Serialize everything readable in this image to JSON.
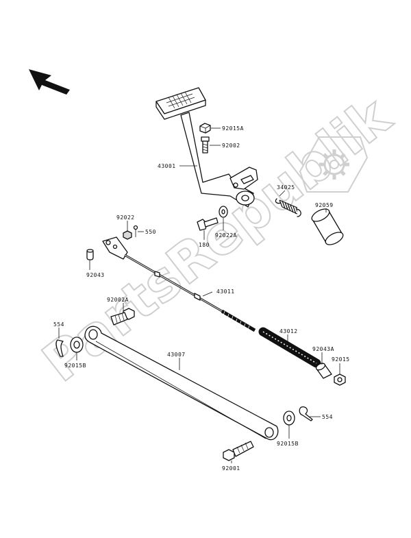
{
  "watermark": "PartsRepublik",
  "labels": {
    "p92015_top": "92015A",
    "p92002": "92002",
    "p43001": "43001",
    "p34025": "34025",
    "p92059": "92059",
    "p92022": "92022",
    "p550": "550",
    "p180": "180",
    "p92022a": "92022A",
    "p92043": "92043",
    "p43011": "43011",
    "p92002a": "92002A",
    "p554_left": "554",
    "p92015b_left": "92015B",
    "p43007": "43007",
    "p43012": "43012",
    "p92043a": "92043A",
    "p92015": "92015",
    "p554_right": "554",
    "p92015b_right": "92015B",
    "p92001": "92001"
  },
  "icons": [
    "direction-arrow-icon",
    "gear-icon"
  ]
}
